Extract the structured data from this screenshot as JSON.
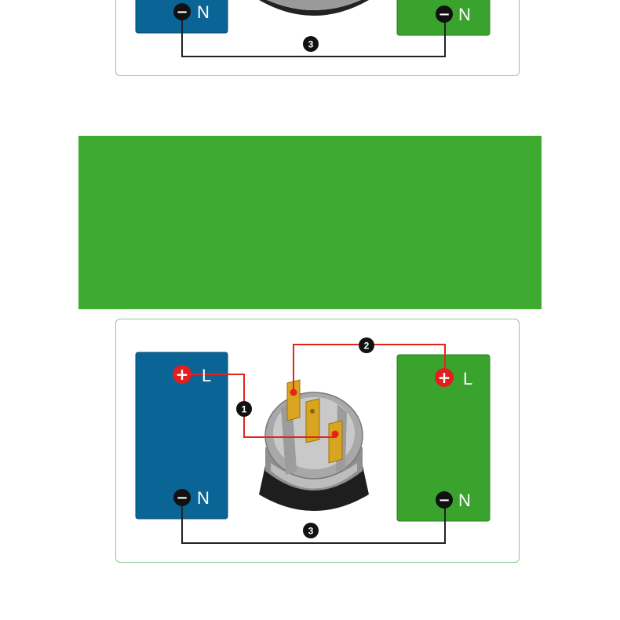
{
  "colors": {
    "blue_block": "#0a6596",
    "green_block": "#3aa32d",
    "banner": "#3faa30",
    "wire_red": "#e5231d",
    "wire_black": "#222222",
    "panel_border": "#8cc98c",
    "plus_terminal": "#e31e1e",
    "minus_terminal": "#111111",
    "gold_pin": "#d9a521"
  },
  "top_panel": {
    "left_block": {
      "neg_symbol": "−",
      "neg_label": "N"
    },
    "right_block": {
      "neg_symbol": "−",
      "neg_label": "N"
    },
    "wire_badge": "3"
  },
  "bottom_panel": {
    "left_block": {
      "pos_symbol": "+",
      "pos_label": "L",
      "neg_symbol": "−",
      "neg_label": "N"
    },
    "right_block": {
      "pos_symbol": "+",
      "pos_label": "L",
      "neg_symbol": "−",
      "neg_label": "N"
    },
    "wire_badges": [
      "1",
      "2",
      "3"
    ]
  },
  "icons": {
    "switch": "push-button-switch-icon",
    "plus": "plus-terminal-icon",
    "minus": "minus-terminal-icon"
  }
}
